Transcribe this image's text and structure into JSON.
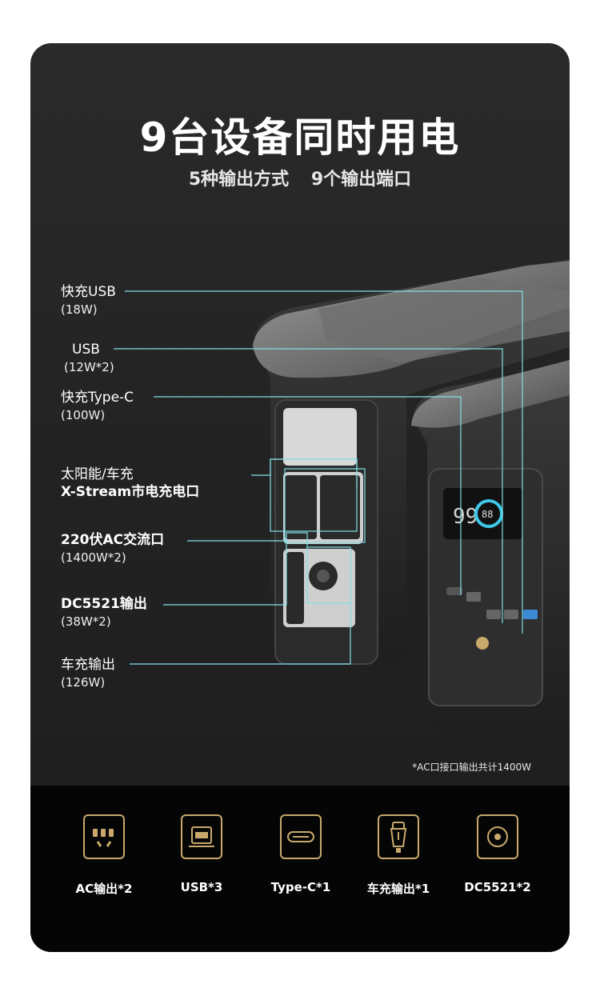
{
  "header": {
    "title": "9台设备同时用电",
    "subtitle_a": "5种输出方式",
    "subtitle_b": "9个输出端口"
  },
  "callouts": [
    {
      "name": "快充USB",
      "spec": "(18W)"
    },
    {
      "name": "USB",
      "spec": "(12W*2)"
    },
    {
      "name": "快充Type-C",
      "spec": "(100W)"
    },
    {
      "name": "太阳能/车充",
      "spec": "X-Stream市电充电口"
    },
    {
      "name": "220伏AC交流口",
      "spec": "(1400W*2)"
    },
    {
      "name": "DC5521输出",
      "spec": "(38W*2)"
    },
    {
      "name": "车充输出",
      "spec": "(126W)"
    }
  ],
  "device": {
    "display_value": "99",
    "display_ring_value": "88"
  },
  "note": "*AC口接口输出共计1400W",
  "features": [
    {
      "icon": "ac-outlet-icon",
      "label": "AC输出*2"
    },
    {
      "icon": "usb-port-icon",
      "label": "USB*3"
    },
    {
      "icon": "type-c-port-icon",
      "label": "Type-C*1"
    },
    {
      "icon": "car-charger-icon",
      "label": "车充输出*1"
    },
    {
      "icon": "dc5521-port-icon",
      "label": "DC5521*2"
    }
  ],
  "colors": {
    "callout_line": "#7fe0e8",
    "icon_gold": "#c9a96b",
    "background": "#222222"
  }
}
